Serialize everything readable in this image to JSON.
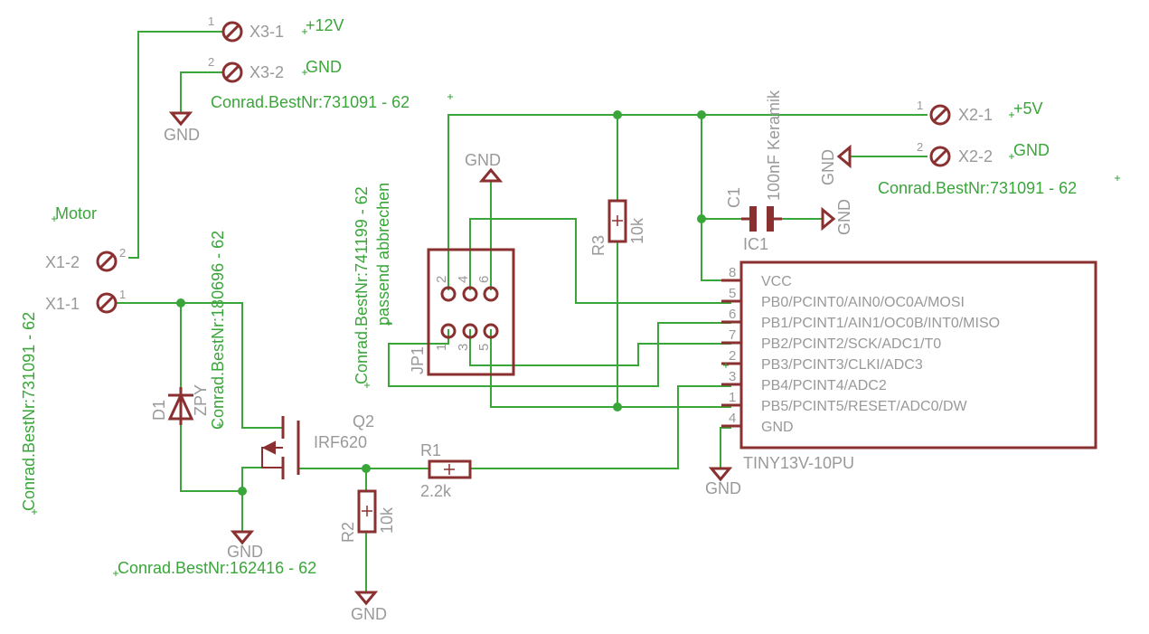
{
  "connectors": {
    "x3_1": {
      "name": "X3-1",
      "pin": "1",
      "value": "+12V"
    },
    "x3_2": {
      "name": "X3-2",
      "pin": "2",
      "value": "GND"
    },
    "x3_order": "Conrad.BestNr:731091 - 62",
    "x2_1": {
      "name": "X2-1",
      "pin": "1",
      "value": "+5V"
    },
    "x2_2": {
      "name": "X2-2",
      "pin": "2",
      "value": "GND"
    },
    "x2_order": "Conrad.BestNr:731091 - 62",
    "x1_2": {
      "name": "X1-2",
      "pin": "2"
    },
    "x1_1": {
      "name": "X1-1",
      "pin": "1"
    },
    "x1_value": "Motor",
    "x1_order": "Conrad.BestNr:731091 - 62"
  },
  "gnd_label": "GND",
  "jp1": {
    "name": "JP1",
    "order": "Conrad.BestNr:741199 - 62",
    "note": "passend abbrechen",
    "pins_top": [
      "2",
      "4",
      "6"
    ],
    "pins_bottom": [
      "1",
      "3",
      "5"
    ]
  },
  "r3": {
    "name": "R3",
    "value": "10k"
  },
  "r2": {
    "name": "R2",
    "value": "10k"
  },
  "r1": {
    "name": "R1",
    "value": "2.2k"
  },
  "c1": {
    "name": "C1",
    "value": "100nF Keramik"
  },
  "d1": {
    "name": "D1",
    "value": "ZPY",
    "order": "Conrad.BestNr:180696 - 62"
  },
  "q2": {
    "name": "Q2",
    "value": "IRF620",
    "order": "Conrad.BestNr:162416 - 62"
  },
  "ic1": {
    "name": "IC1",
    "value": "TINY13V-10PU",
    "pins": [
      {
        "num": "8",
        "label": "VCC"
      },
      {
        "num": "5",
        "label": "PB0/PCINT0/AIN0/OC0A/MOSI"
      },
      {
        "num": "6",
        "label": "PB1/PCINT1/AIN1/OC0B/INT0/MISO"
      },
      {
        "num": "7",
        "label": "PB2/PCINT2/SCK/ADC1/T0"
      },
      {
        "num": "2",
        "label": "PB3/PCINT3/CLKI/ADC3"
      },
      {
        "num": "3",
        "label": "PB4/PCINT4/ADC2"
      },
      {
        "num": "1",
        "label": "PB5/PCINT5/RESET/ADC0/DW"
      },
      {
        "num": "4",
        "label": "GND"
      }
    ]
  }
}
